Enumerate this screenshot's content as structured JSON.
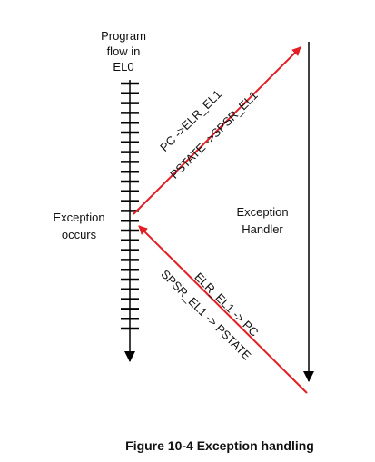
{
  "diagram": {
    "flow_label_1": "Program",
    "flow_label_2": "flow in",
    "flow_label_3": "EL0",
    "exception_occurs_1": "Exception",
    "exception_occurs_2": "occurs",
    "handler_1": "Exception",
    "handler_2": "Handler",
    "upper_arrow_label_1": "PC ->ELR_EL1",
    "upper_arrow_label_2": "PSTATE ->SPSR_EL1",
    "lower_arrow_label_1": "ELR_EL1 -> PC",
    "lower_arrow_label_2": "SPSR_EL1 -> PSTATE",
    "caption": "Figure 10-4 Exception handling",
    "colors": {
      "arrow": "#e31e24",
      "line": "#000000"
    }
  }
}
